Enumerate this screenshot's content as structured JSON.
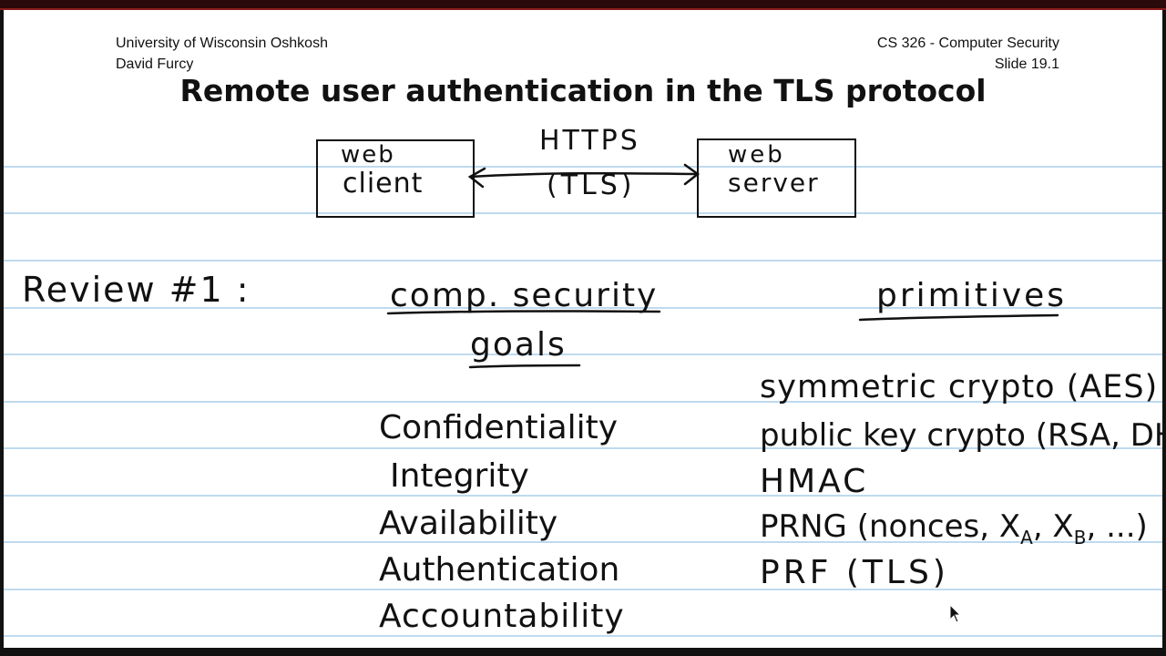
{
  "header": {
    "institution": "University of Wisconsin Oshkosh",
    "author": "David Furcy",
    "course": "CS 326 - Computer Security",
    "slide": "Slide 19.1"
  },
  "title": "Remote user authentication in the TLS protocol",
  "diagram": {
    "client_box": [
      "web",
      "client"
    ],
    "server_box": [
      "web",
      "server"
    ],
    "link_top": "HTTPS",
    "link_bottom": "(TLS)"
  },
  "notes": {
    "review_label": "Review #1 :",
    "goals_heading_line1": "comp. security",
    "goals_heading_line2": "goals",
    "primitives_heading": "primitives",
    "goals": [
      "Confidentiality",
      "Integrity",
      "Availability",
      "Authentication",
      "Accountability"
    ],
    "primitives": [
      "symmetric crypto (AES)",
      "public key crypto (RSA, DH)",
      "HMAC",
      "PRNG (nonces, X",
      "PRF (TLS)"
    ],
    "prng_sub_a": "A",
    "prng_sep": ", X",
    "prng_sub_b": "B",
    "prng_tail": ", ...)"
  },
  "colors": {
    "ruled_line": "#a9cde8",
    "ink": "#111111",
    "page": "#ffffff",
    "top_accent": "#8a1a1a"
  },
  "icons": {
    "cursor": "mouse-pointer-icon"
  }
}
